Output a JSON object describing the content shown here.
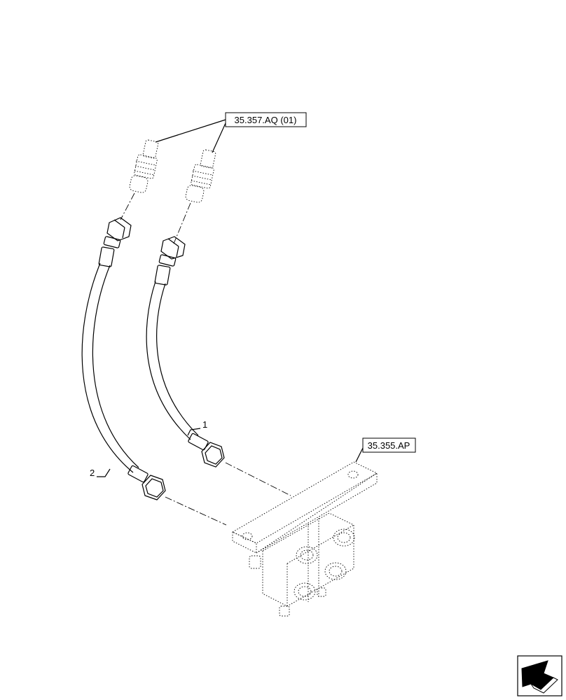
{
  "callouts": {
    "ref_top": "35.357.AQ (01)",
    "ref_valve": "35.355.AP",
    "item_1": "1",
    "item_2": "2"
  },
  "icons": {
    "nav": "previous-page-arrow-icon"
  },
  "colors": {
    "line": "#000000",
    "background": "#ffffff"
  }
}
